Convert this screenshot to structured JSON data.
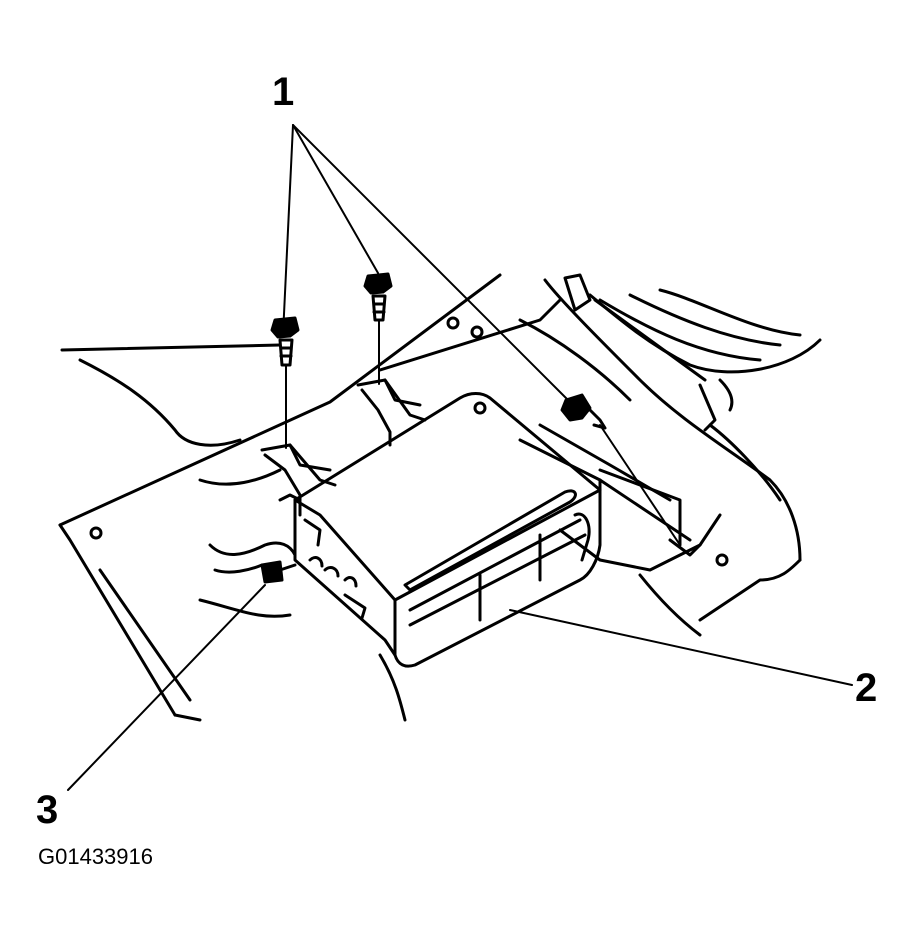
{
  "callouts": {
    "c1": "1",
    "c2": "2",
    "c3": "3"
  },
  "figure_id": "G01433916",
  "colors": {
    "ink": "#000000",
    "paper": "#ffffff"
  }
}
